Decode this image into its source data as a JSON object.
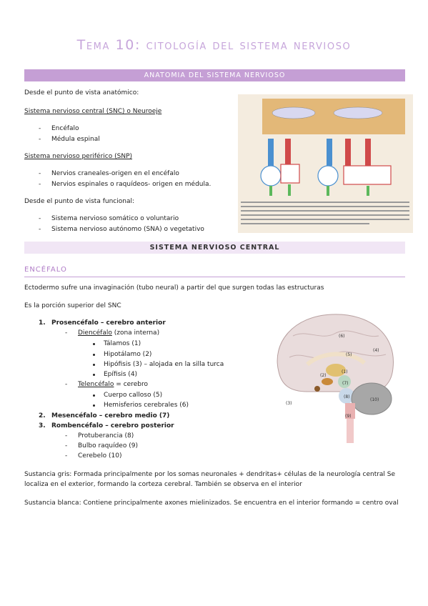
{
  "title": "Tema 10: citología del sistema nervioso",
  "banner1": "ANATOMIA DEL SISTEMA NERVIOSO",
  "anat_intro": "Desde el punto de vista anatómico:",
  "snc_heading": "Sistema nervioso central (SNC) o Neuroeje",
  "snc_items": [
    "Encéfalo",
    "Médula espinal"
  ],
  "snp_heading": "Sistema nervioso periférico (SNP)",
  "snp_items": [
    "Nervios craneales-origen en el encéfalo",
    "Nervios espinales o raquídeos- origen en médula."
  ],
  "func_intro": "Desde el punto de vista funcional:",
  "func_items": [
    "Sistema nervioso somático o voluntario",
    "Sistema nervioso autónomo (SNA) o vegetativo"
  ],
  "banner2": "SISTEMA NERVIOSO CENTRAL",
  "subheading": "ENCÉFALO",
  "p1": "Ectodermo sufre una invaginación (tubo neural) a partir del que surgen todas las estructuras",
  "p2": "Es la porción superior del SNC",
  "list": {
    "n1": "1.",
    "prosen": "Prosencéfalo – cerebro anterior",
    "dien_label": "Diencéfalo",
    "dien_rest": " (zona interna)",
    "dien_items": [
      "Tálamos (1)",
      "Hipotálamo (2)",
      "Hipófisis (3) – alojada en la silla turca",
      "Epífisis (4)"
    ],
    "tele_label": "Telencéfalo",
    "tele_rest": " = cerebro",
    "tele_items": [
      "Cuerpo calloso (5)",
      "Hemisferios cerebrales (6)"
    ],
    "n2": "2.",
    "mesen": "Mesencéfalo – cerebro medio (7)",
    "n3": "3.",
    "rombo": "Rombencéfalo – cerebro posterior",
    "rombo_items": [
      "Protuberancia (8)",
      "Bulbo raquídeo (9)",
      "Cerebelo (10)"
    ]
  },
  "p_gris": "Sustancia gris: Formada principalmente por los somas neuronales + dendritas+ células de la neurología central Se localiza en el exterior, formando la corteza cerebral. También se observa en el interior",
  "p_blanca": "Sustancia blanca: Contiene principalmente axones mielinizados. Se encuentra en el interior formando = centro oval",
  "brain_labels": [
    "(1)",
    "(2)",
    "(3)",
    "(4)",
    "(5)",
    "(6)",
    "(7)",
    "(8)",
    "(9)",
    "(10)"
  ],
  "colors": {
    "accent": "#c59fd5",
    "title": "#c7a6db",
    "banner2_bg": "#f1e6f5"
  }
}
